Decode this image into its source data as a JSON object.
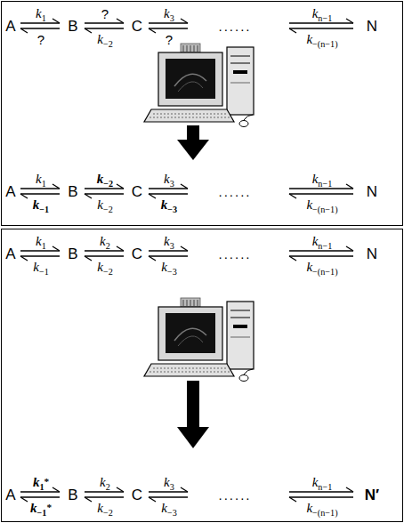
{
  "diagram": {
    "nodes": [
      {
        "text": [
          "A",
          "k1",
          "?",
          "B",
          "?",
          "k−2",
          "C",
          "k3",
          "?",
          "......",
          "kn−1",
          "k−(n−1)",
          "N",
          "A",
          "k1",
          "k−1",
          "B",
          "k−2",
          "k−2",
          "C",
          "k3",
          "k−3",
          "......",
          "kn−1",
          "k−(n−1)",
          "N"
        ]
      },
      {
        "text": [
          "A",
          "k1",
          "k−1",
          "B",
          "k2",
          "k−2",
          "C",
          "k3",
          "k−3",
          "......",
          "kn−1",
          "k−(n−1)",
          "N",
          "A",
          "k1*",
          "k−1*",
          "B",
          "k2",
          "k−2",
          "C",
          "k3",
          "k−3",
          "......",
          "kn−1",
          "k−(n−1)",
          "N′"
        ]
      }
    ]
  }
}
